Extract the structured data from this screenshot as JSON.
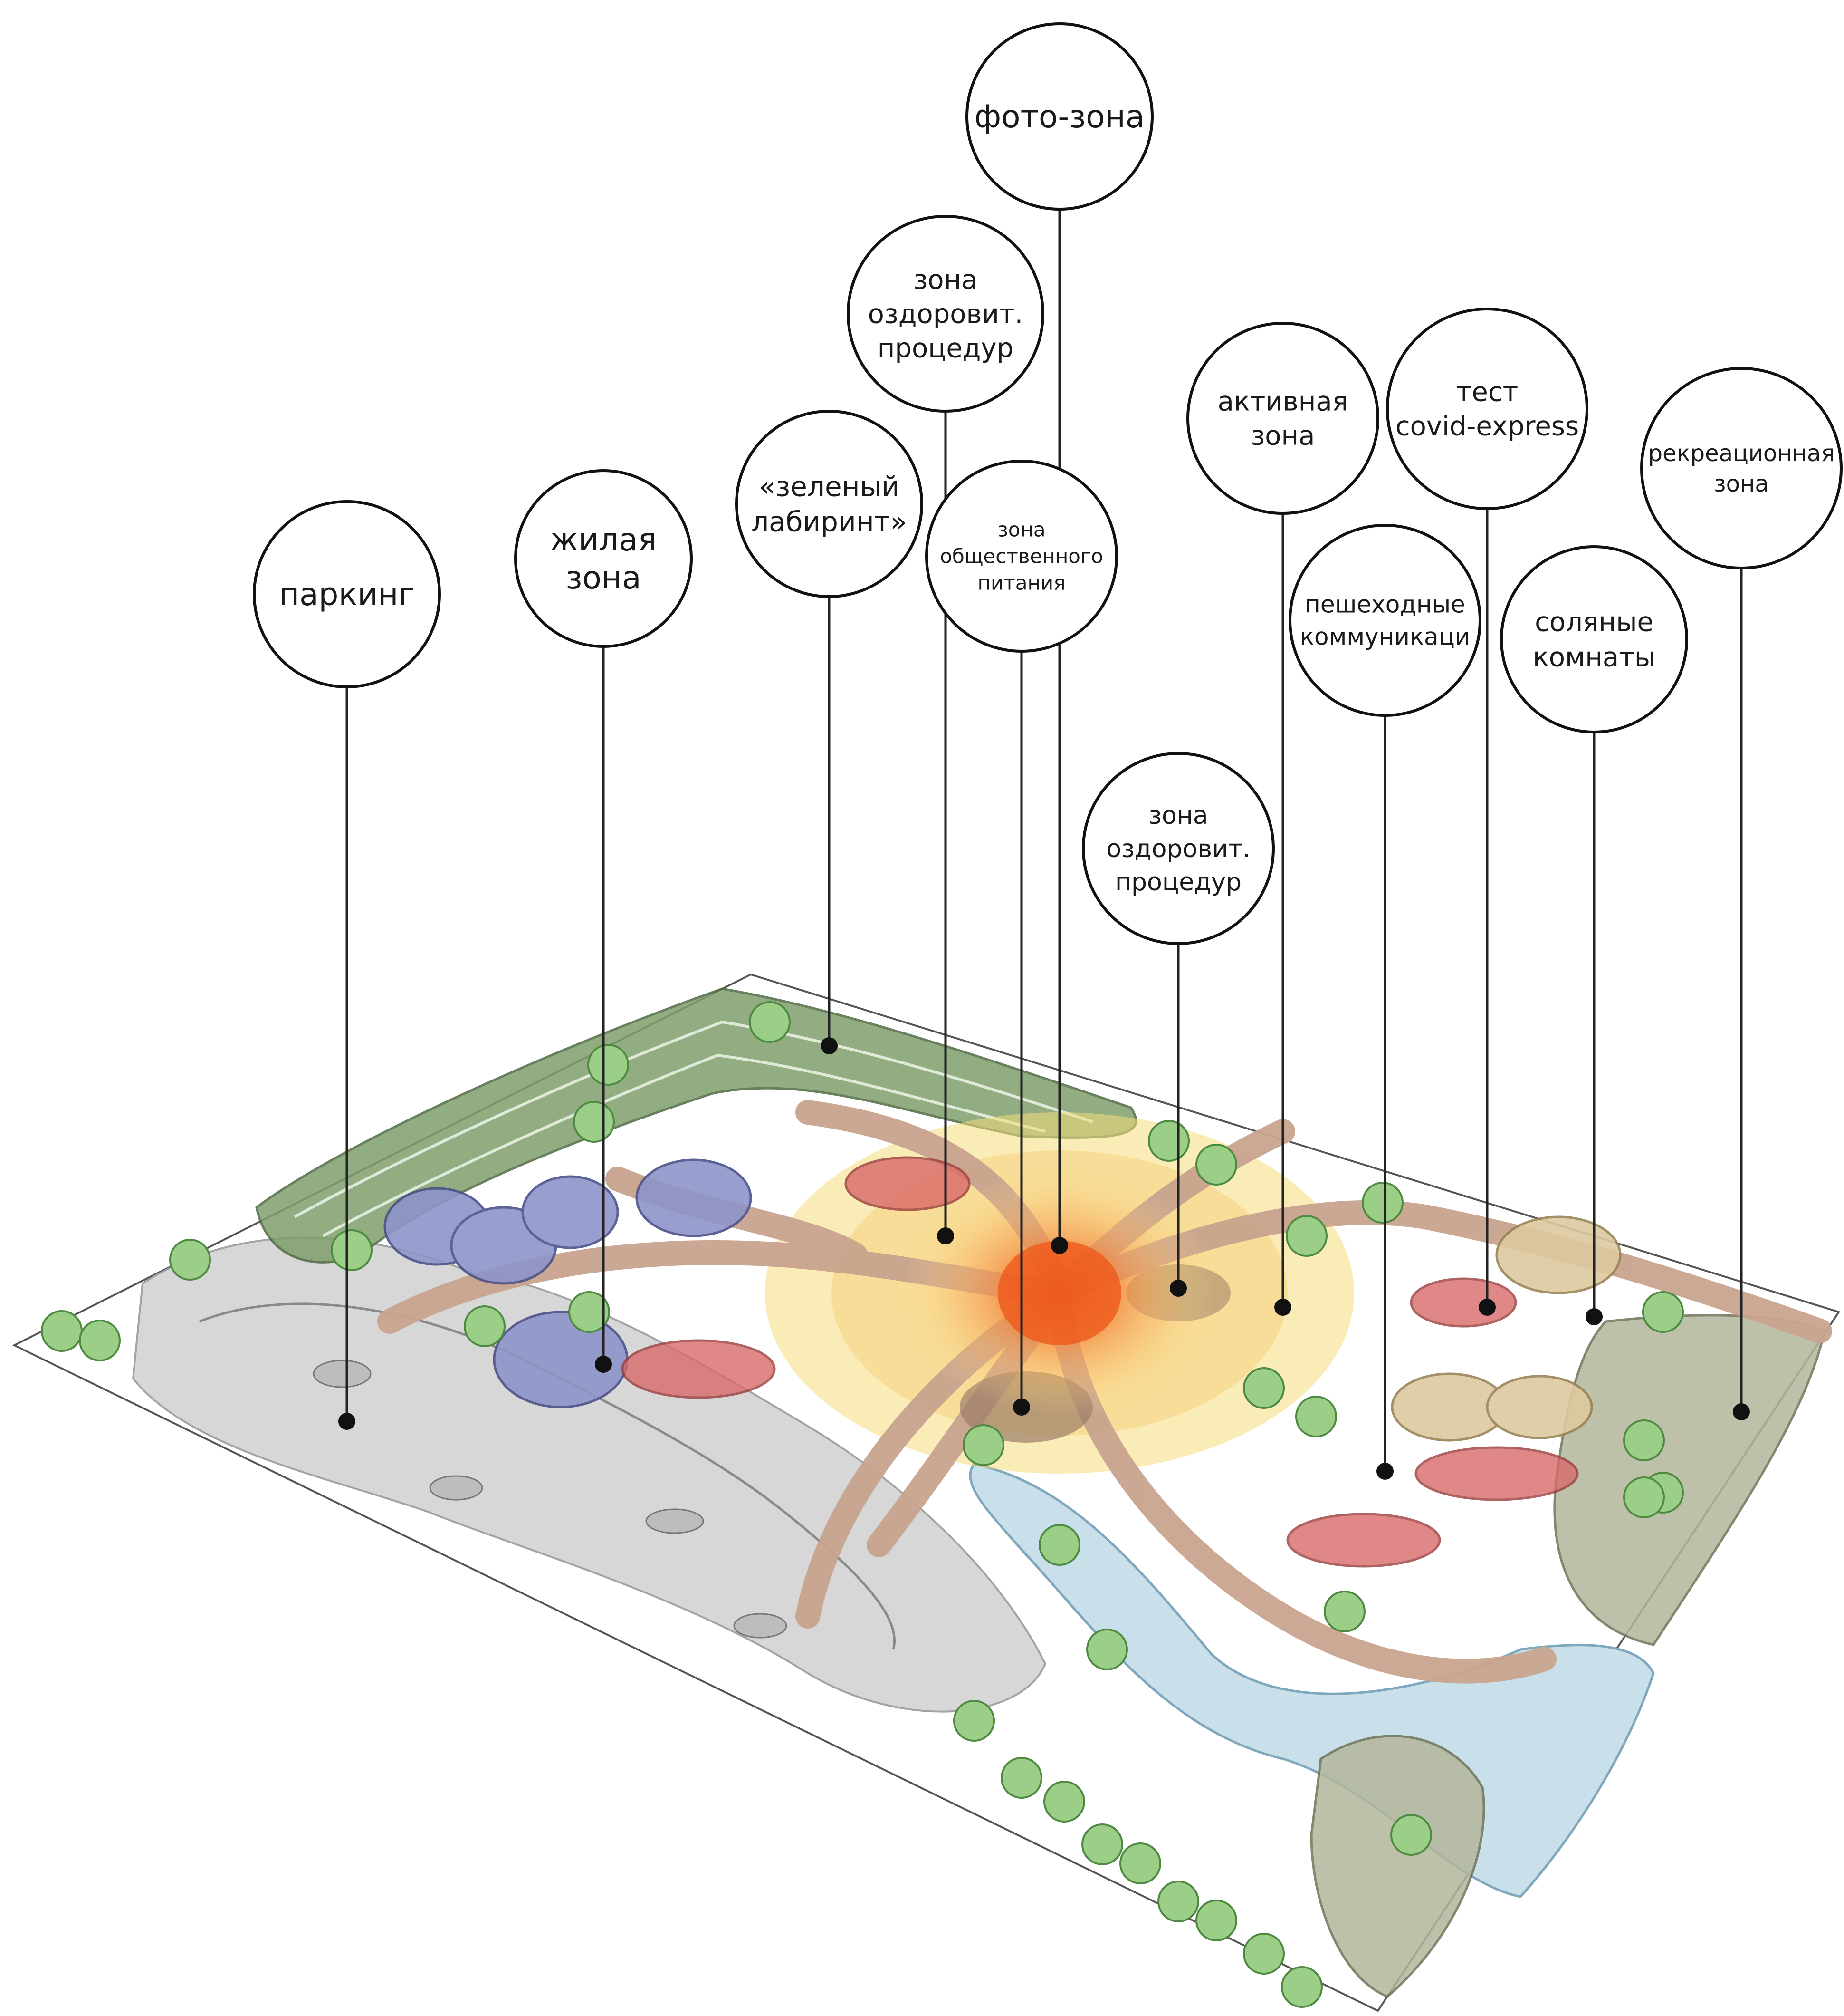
{
  "colors": {
    "green_zone": "#7e9f6c",
    "residential": "#8d94c8",
    "food_zone_red": "#d96a6a",
    "center_orange": "#f06a28",
    "halo_yellow": "#f6dc7c",
    "path_tan": "#c9a48f",
    "water": "#c9dfe9",
    "parking_grey": "#d3d3d3",
    "recreation": "#b3b79b",
    "salt_rooms": "#ddc9a0",
    "tree": "#9bcf88"
  },
  "callouts": [
    {
      "id": "photo-zone",
      "lines": [
        "фото-зона"
      ]
    },
    {
      "id": "wellness-top",
      "lines": [
        "зона",
        "оздоровит.",
        "процедур"
      ]
    },
    {
      "id": "green-maze",
      "lines": [
        "«зеленый",
        "лабиринт»"
      ]
    },
    {
      "id": "food-zone",
      "lines": [
        "зона",
        "общественного",
        "питания"
      ]
    },
    {
      "id": "active-zone",
      "lines": [
        "активная",
        "зона"
      ]
    },
    {
      "id": "covid-test",
      "lines": [
        "тест",
        "covid-express"
      ]
    },
    {
      "id": "recreation-zone",
      "lines": [
        "рекреационная",
        "зона"
      ]
    },
    {
      "id": "parking",
      "lines": [
        "паркинг"
      ]
    },
    {
      "id": "residential-zone",
      "lines": [
        "жилая",
        "зона"
      ]
    },
    {
      "id": "pedestrian",
      "lines": [
        "пешеходные",
        "коммуникаци"
      ]
    },
    {
      "id": "salt-rooms",
      "lines": [
        "соляные",
        "комнаты"
      ]
    },
    {
      "id": "wellness-mid",
      "lines": [
        "зона",
        "оздоровит.",
        "процедур"
      ]
    }
  ]
}
